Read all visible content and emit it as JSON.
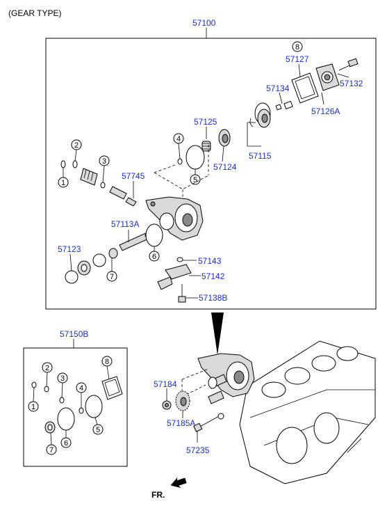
{
  "header": {
    "title": "(GEAR TYPE)"
  },
  "parts": {
    "assembly": "57100",
    "p57127": "57127",
    "p57132": "57132",
    "p57134": "57134",
    "p57126A": "57126A",
    "p57125": "57125",
    "p57124": "57124",
    "p57115": "57115",
    "p57745": "57745",
    "p57113A": "57113A",
    "p57123": "57123",
    "p57143": "57143",
    "p57142": "57142",
    "p57138B": "57138B",
    "kit": "57150B",
    "p57184": "57184",
    "p57185A": "57185A",
    "p57235": "57235"
  },
  "callouts": {
    "c1": "1",
    "c2": "2",
    "c3": "3",
    "c4": "4",
    "c5": "5",
    "c6": "6",
    "c7": "7",
    "c8": "8"
  },
  "direction": {
    "label": "FR."
  },
  "colors": {
    "part_number": "#1a2fc9",
    "line": "#000000"
  }
}
